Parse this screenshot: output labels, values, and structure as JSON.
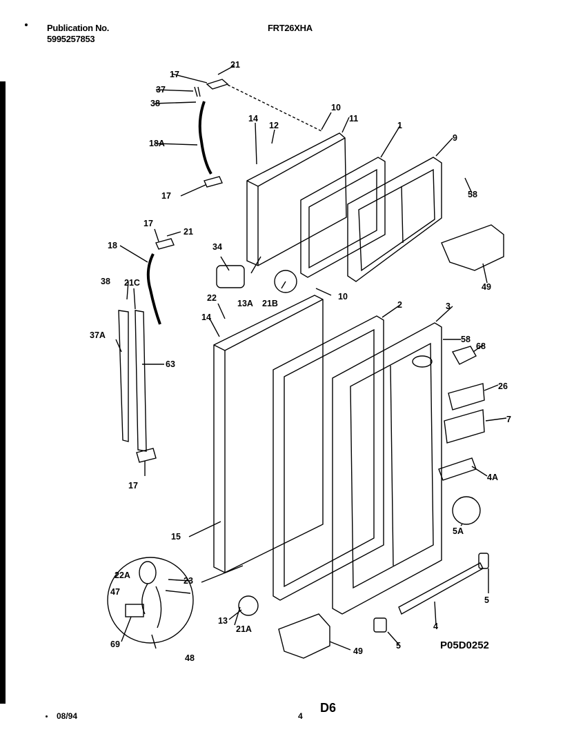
{
  "header": {
    "publication_label": "Publication No.",
    "publication_number": "5995257853",
    "model": "FRT26XHA"
  },
  "footer": {
    "date": "08/94",
    "page_number": "4",
    "page_code": "D6"
  },
  "diagram": {
    "figure_code": "P05D0252",
    "labels": [
      "21",
      "17",
      "37",
      "38",
      "18A",
      "17",
      "10",
      "11",
      "14",
      "12",
      "1",
      "9",
      "58",
      "49",
      "17",
      "21",
      "18",
      "34",
      "13A",
      "21B",
      "10",
      "38",
      "21C",
      "37A",
      "63",
      "17",
      "22",
      "14",
      "2",
      "3",
      "58",
      "68",
      "26",
      "7",
      "4A",
      "5A",
      "15",
      "22A",
      "23",
      "47",
      "69",
      "48",
      "13",
      "21A",
      "49",
      "5",
      "4",
      "5"
    ]
  }
}
